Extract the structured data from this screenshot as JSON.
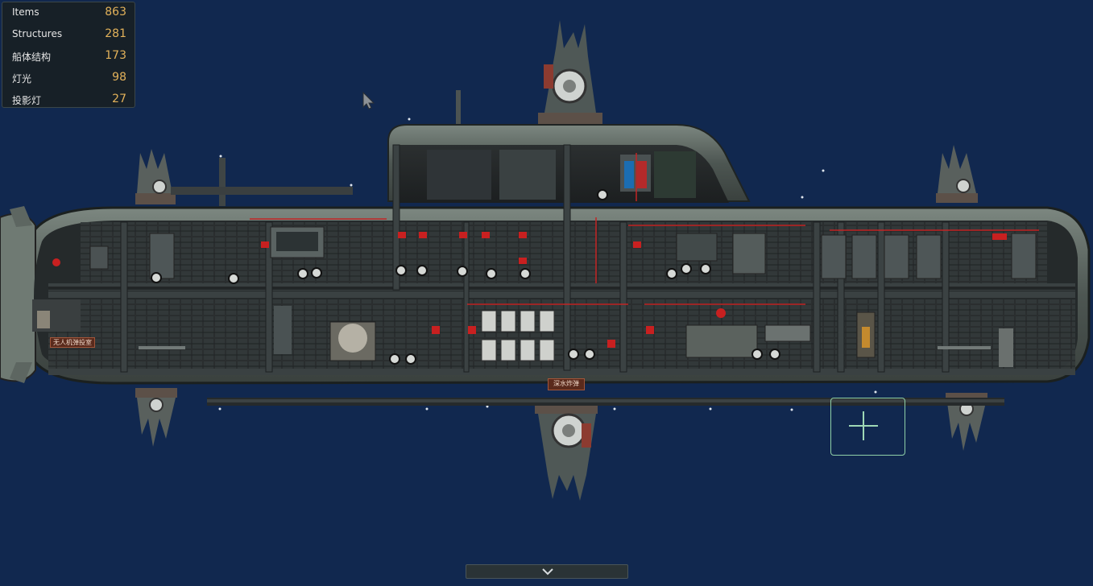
{
  "stats": [
    {
      "label": "Items",
      "value": "863"
    },
    {
      "label": "Structures",
      "value": "281"
    },
    {
      "label": "船体结构",
      "value": "173"
    },
    {
      "label": "灯光",
      "value": "98"
    },
    {
      "label": "投影灯",
      "value": "27"
    }
  ],
  "room_labels": {
    "drone_bay": "无人机弹投室",
    "depth_charge": "深水炸弹"
  },
  "colors": {
    "background": "#11284f",
    "stat_value": "#e3b25a",
    "hull": "#5b645f",
    "selection": "#8fd0a8",
    "warning_red": "#d42020"
  },
  "icons": {
    "cursor": "pointer-arrow-icon",
    "toggle": "chevron-down-icon",
    "selection": "plus-icon"
  }
}
